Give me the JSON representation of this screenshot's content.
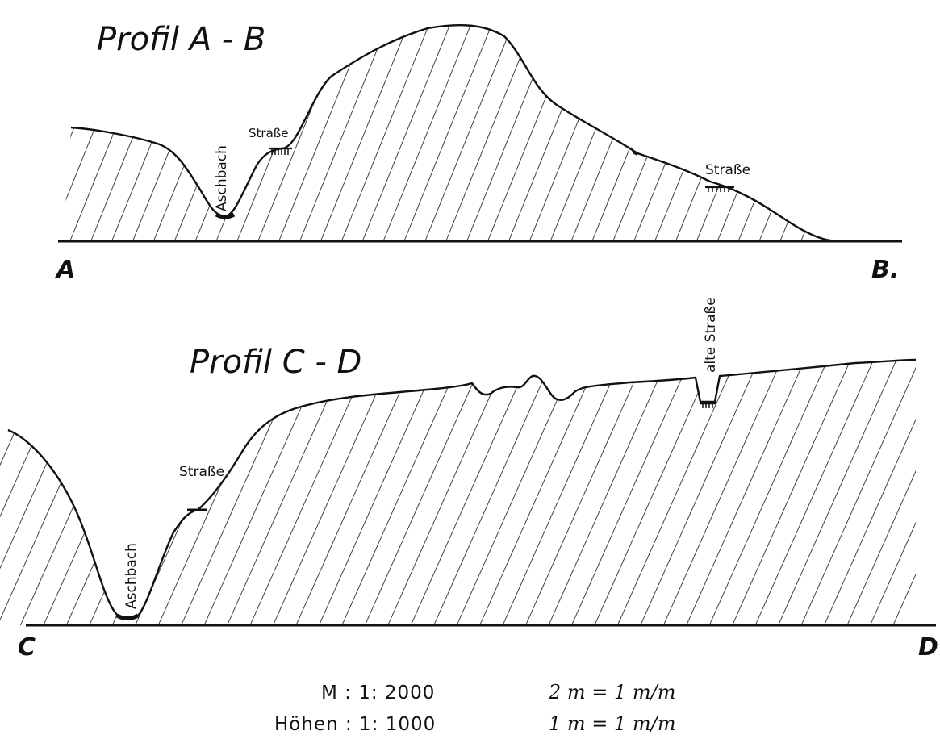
{
  "profile_ab": {
    "title": "Profil A - B",
    "start_label": "A",
    "end_label": "B.",
    "labels": {
      "stream": "Aschbach",
      "road_upper": "Straße",
      "road_lower": "Straße"
    }
  },
  "profile_cd": {
    "title": "Profil C - D",
    "start_label": "C",
    "end_label": "D",
    "labels": {
      "stream": "Aschbach",
      "road": "Straße",
      "old_road": "alte Straße"
    }
  },
  "scale": {
    "horizontal_label": "M :  1: 2000",
    "horizontal_equiv": "2 m  =  1 m/m",
    "vertical_label": "Höhen : 1: 1000",
    "vertical_equiv": "1 m  =  1 m/m"
  },
  "colors": {
    "ink": "#111111",
    "paper": "#ffffff"
  }
}
